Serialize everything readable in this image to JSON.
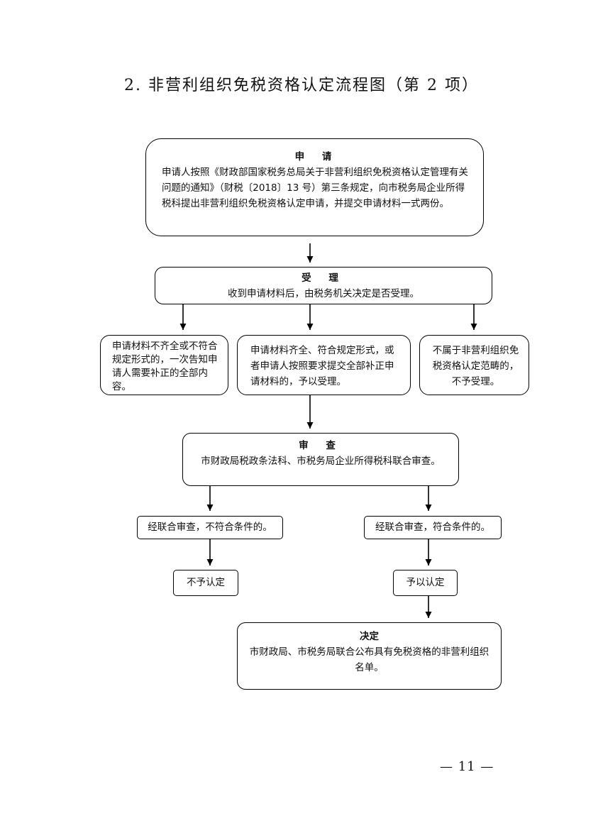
{
  "title": "2. 非营利组织免税资格认定流程图（第 2 项）",
  "nodes": {
    "apply": {
      "head": "申 请",
      "body": "申请人按照《财政部国家税务总局关于非营利组织免税资格认定管理有关问题的通知》（财税〔2018〕13 号）第三条规定，向市税务局企业所得税科提出非营利组织免税资格认定申请，并提交申请材料一式两份。"
    },
    "accept": {
      "head": "受 理",
      "body": "收到申请材料后，由税务机关决定是否受理。"
    },
    "incomplete": {
      "body": "申请材料不齐全或不符合规定形式的，一次告知申请人需要补正的全部内容。"
    },
    "complete": {
      "body": "申请材料齐全、符合规定形式，或者申请人按照要求提交全部补正申请材料的，予以受理。"
    },
    "not_applicable": {
      "body": "不属于非营利组织免税资格认定范畴的，不予受理。"
    },
    "review": {
      "head": "审 查",
      "body": "市财政局税政条法科、市税务局企业所得税科联合审查。"
    },
    "fail": {
      "body": "经联合审查，不符合条件的。"
    },
    "pass": {
      "body": "经联合审查，符合条件的。"
    },
    "deny": {
      "body": "不予认定"
    },
    "grant": {
      "body": "予以认定"
    },
    "decision": {
      "head": "决定",
      "body": "市财政局、市税务局联合公布具有免税资格的非营利组织名单。"
    }
  },
  "page_number": "— 11 —"
}
